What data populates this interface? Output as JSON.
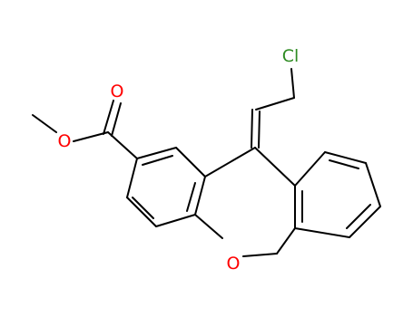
{
  "atoms": {
    "chlorine": {
      "label": "Cl",
      "color": "#2e8b22"
    },
    "carbonyl_oxygen": {
      "label": "O",
      "color": "#ff0000"
    },
    "ester_oxygen": {
      "label": "O",
      "color": "#ff0000"
    },
    "ring_oxygen": {
      "label": "O",
      "color": "#ff0000"
    }
  },
  "bond_color": "#000000"
}
